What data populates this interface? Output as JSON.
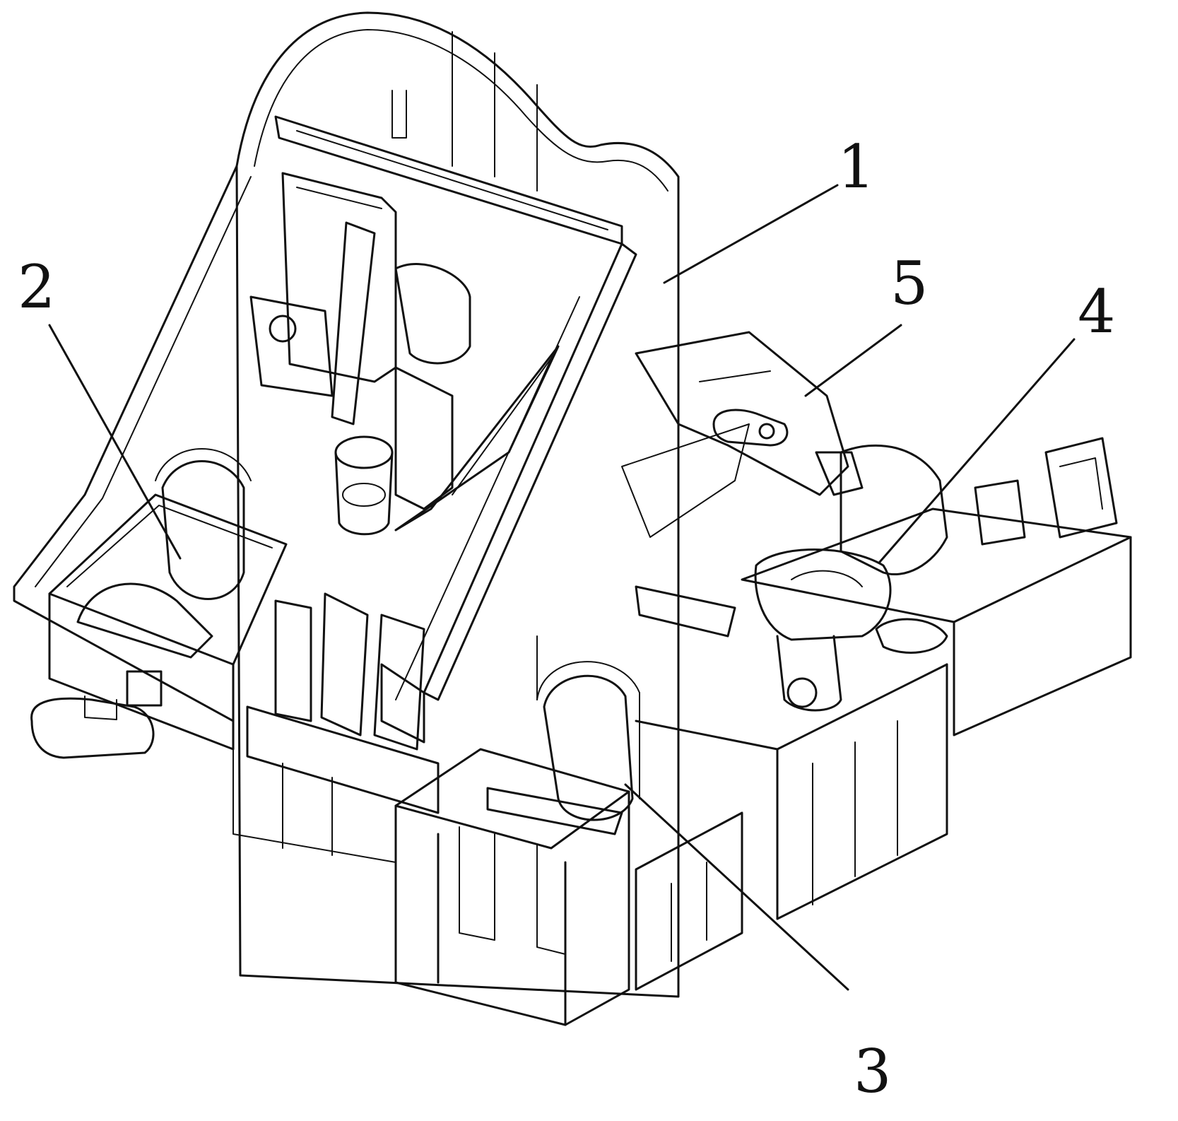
{
  "figure": {
    "callouts": [
      {
        "id": "1",
        "label": "1"
      },
      {
        "id": "2",
        "label": "2"
      },
      {
        "id": "3",
        "label": "3"
      },
      {
        "id": "4",
        "label": "4"
      },
      {
        "id": "5",
        "label": "5"
      }
    ],
    "colors": {
      "line": "#111111",
      "background": "#ffffff"
    }
  }
}
